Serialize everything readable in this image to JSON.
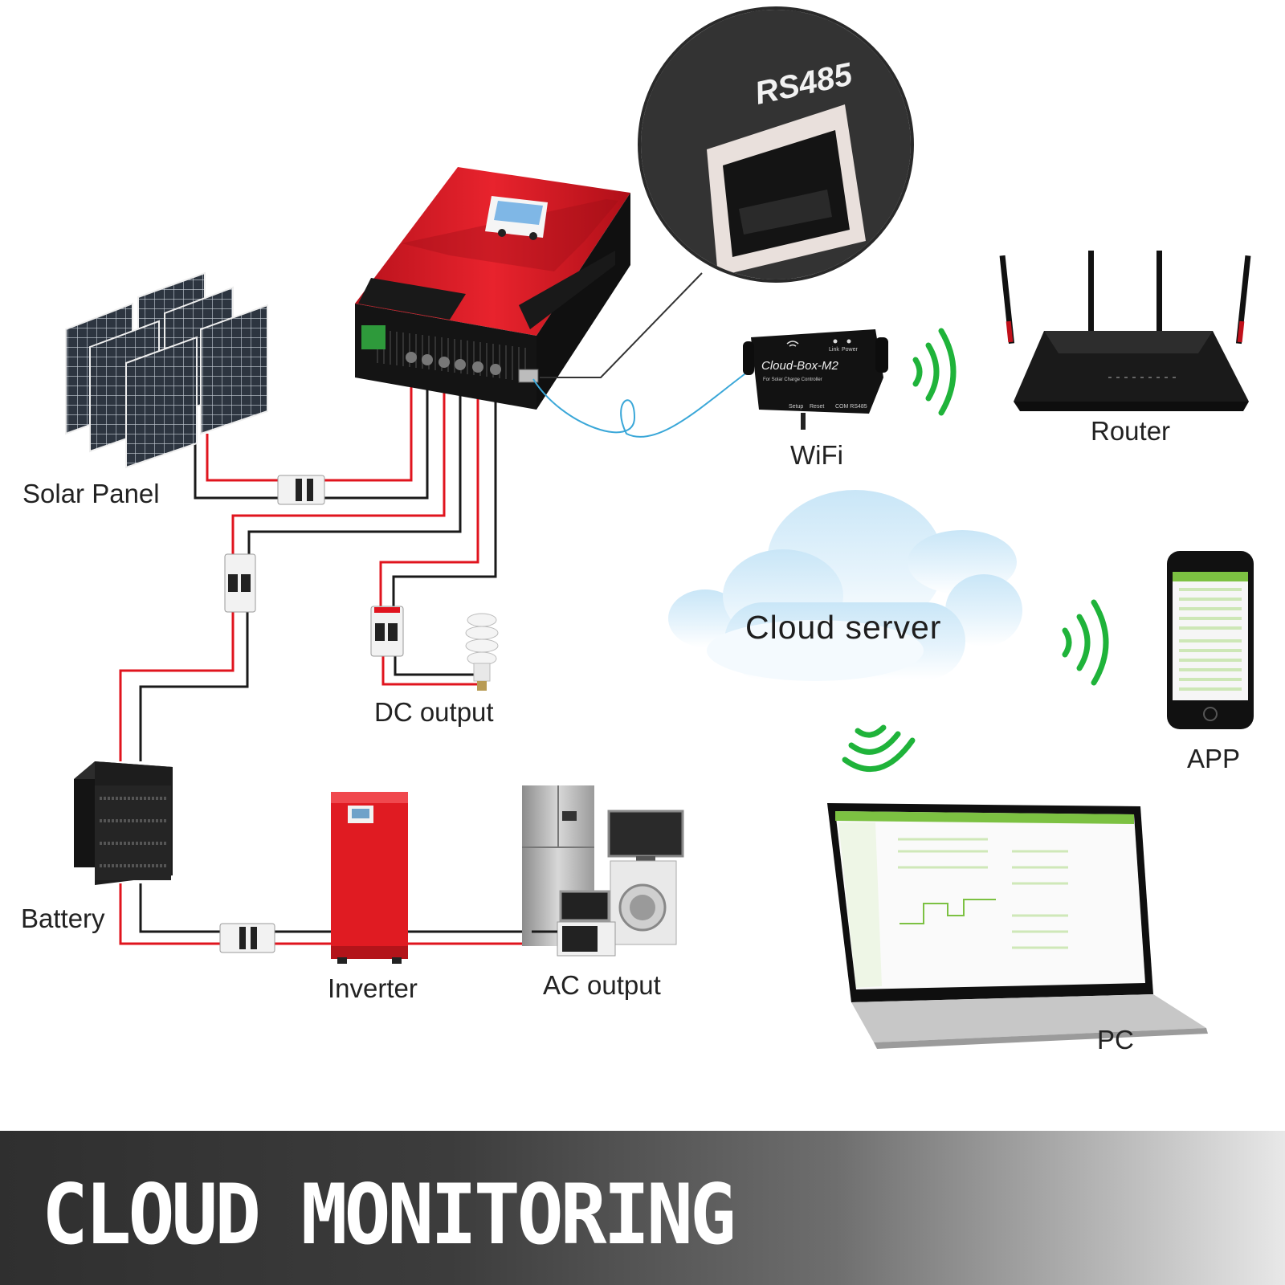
{
  "labels": {
    "solar_panel": "Solar Panel",
    "dc_output": "DC output",
    "battery": "Battery",
    "inverter": "Inverter",
    "ac_output": "AC output",
    "wifi": "WiFi",
    "router": "Router",
    "cloud_server": "Cloud server",
    "app": "APP",
    "pc": "PC"
  },
  "port_label": "RS485",
  "wifi_module": {
    "name": "Cloud-Box-M2",
    "subtitle": "For Solar Charge Controller",
    "link": "Link",
    "power": "Power",
    "setup": "Setup",
    "reset": "Reset",
    "com": "COM RS485"
  },
  "banner_title": "CLOUD MONITORING",
  "colors": {
    "controller_red": "#e0202a",
    "wire_red": "#e0141e",
    "wire_black": "#1a1a1a",
    "signal_green": "#1fb33a",
    "cable_blue": "#3aa7d8",
    "app_green": "#7cc142"
  }
}
